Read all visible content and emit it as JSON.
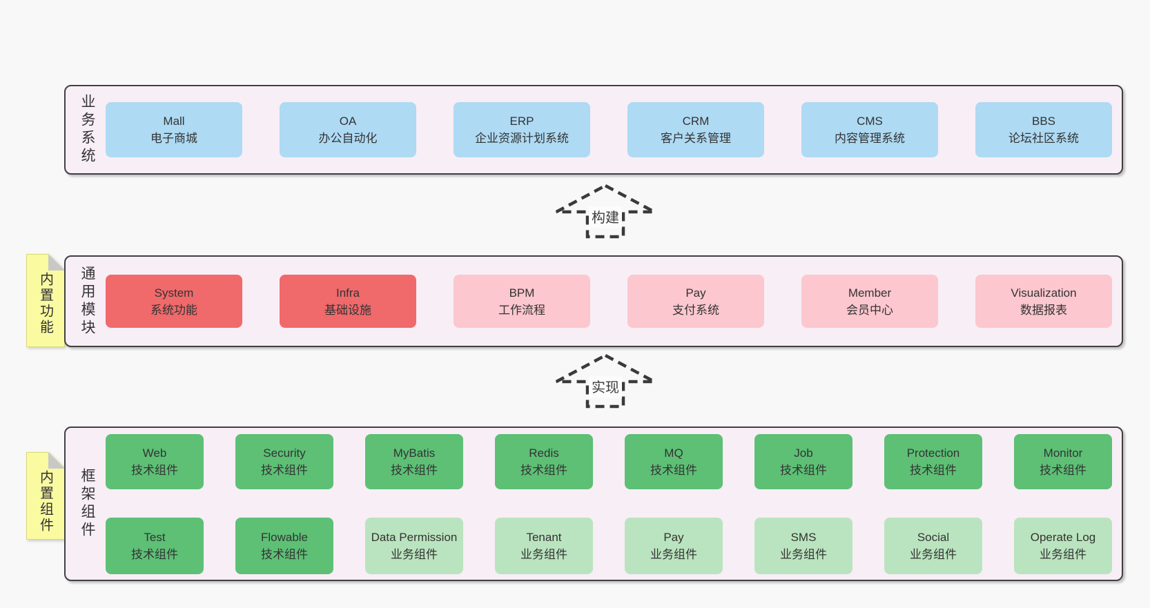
{
  "colors": {
    "page_bg": "#f8f8f8",
    "layer_bg": "#f8eef6",
    "layer_border": "#3f3f3f",
    "blue_box": "#aedaf4",
    "red_box": "#f0696b",
    "pink_box": "#fcc7ce",
    "dark_green_box": "#5dc075",
    "light_green_box": "#bae4bf",
    "note_yellow": "#fafaa1",
    "note_fold_gray": "#c8c8c8",
    "text": "#333333"
  },
  "layer1": {
    "label": "业务系统",
    "boxes": [
      {
        "name": "Mall",
        "desc": "电子商城"
      },
      {
        "name": "OA",
        "desc": "办公自动化"
      },
      {
        "name": "ERP",
        "desc": "企业资源计划系统"
      },
      {
        "name": "CRM",
        "desc": "客户关系管理"
      },
      {
        "name": "CMS",
        "desc": "内容管理系统"
      },
      {
        "name": "BBS",
        "desc": "论坛社区系统"
      }
    ]
  },
  "arrow1": {
    "label": "构建"
  },
  "layer2": {
    "label": "通用模块",
    "tag": "内置功能",
    "boxes": [
      {
        "name": "System",
        "desc": "系统功能"
      },
      {
        "name": "Infra",
        "desc": "基础设施"
      },
      {
        "name": "BPM",
        "desc": "工作流程"
      },
      {
        "name": "Pay",
        "desc": "支付系统"
      },
      {
        "name": "Member",
        "desc": "会员中心"
      },
      {
        "name": "Visualization",
        "desc": "数据报表"
      }
    ]
  },
  "arrow2": {
    "label": "实现"
  },
  "layer3": {
    "label": "框架组件",
    "tag": "内置组件",
    "row1": [
      {
        "name": "Web",
        "desc": "技术组件"
      },
      {
        "name": "Security",
        "desc": "技术组件"
      },
      {
        "name": "MyBatis",
        "desc": "技术组件"
      },
      {
        "name": "Redis",
        "desc": "技术组件"
      },
      {
        "name": "MQ",
        "desc": "技术组件"
      },
      {
        "name": "Job",
        "desc": "技术组件"
      },
      {
        "name": "Protection",
        "desc": "技术组件"
      },
      {
        "name": "Monitor",
        "desc": "技术组件"
      }
    ],
    "row2": [
      {
        "name": "Test",
        "desc": "技术组件"
      },
      {
        "name": "Flowable",
        "desc": "技术组件"
      },
      {
        "name": "Data Permission",
        "desc": "业务组件"
      },
      {
        "name": "Tenant",
        "desc": "业务组件"
      },
      {
        "name": "Pay",
        "desc": "业务组件"
      },
      {
        "name": "SMS",
        "desc": "业务组件"
      },
      {
        "name": "Social",
        "desc": "业务组件"
      },
      {
        "name": "Operate Log",
        "desc": "业务组件"
      }
    ]
  }
}
